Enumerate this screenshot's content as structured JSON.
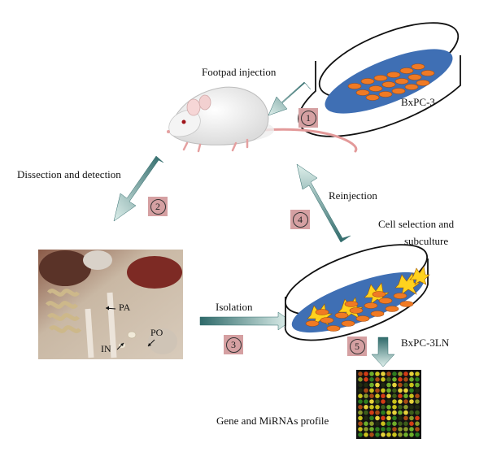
{
  "labels": {
    "footpad_injection": "Footpad injection",
    "bxpc3": "BxPC-3",
    "dissection": "Dissection and detection",
    "reinjection": "Reinjection",
    "cell_selection_line1": "Cell selection and",
    "cell_selection_line2": "subculture",
    "isolation": "Isolation",
    "bxpc3ln": "BxPC-3LN",
    "profile": "Gene and MiRNAs profile"
  },
  "photo_labels": {
    "pa": "PA",
    "po": "PO",
    "in": "IN"
  },
  "steps": [
    "1",
    "2",
    "3",
    "4",
    "5"
  ],
  "colors": {
    "dish_medium": "#3f6fb4",
    "cell": "#f07a24",
    "arrow_dark": "#2f6a6a",
    "arrow_light": "#dff0ec",
    "step_box": "#d5a0a2",
    "selected_cell": "#ffd21e"
  }
}
